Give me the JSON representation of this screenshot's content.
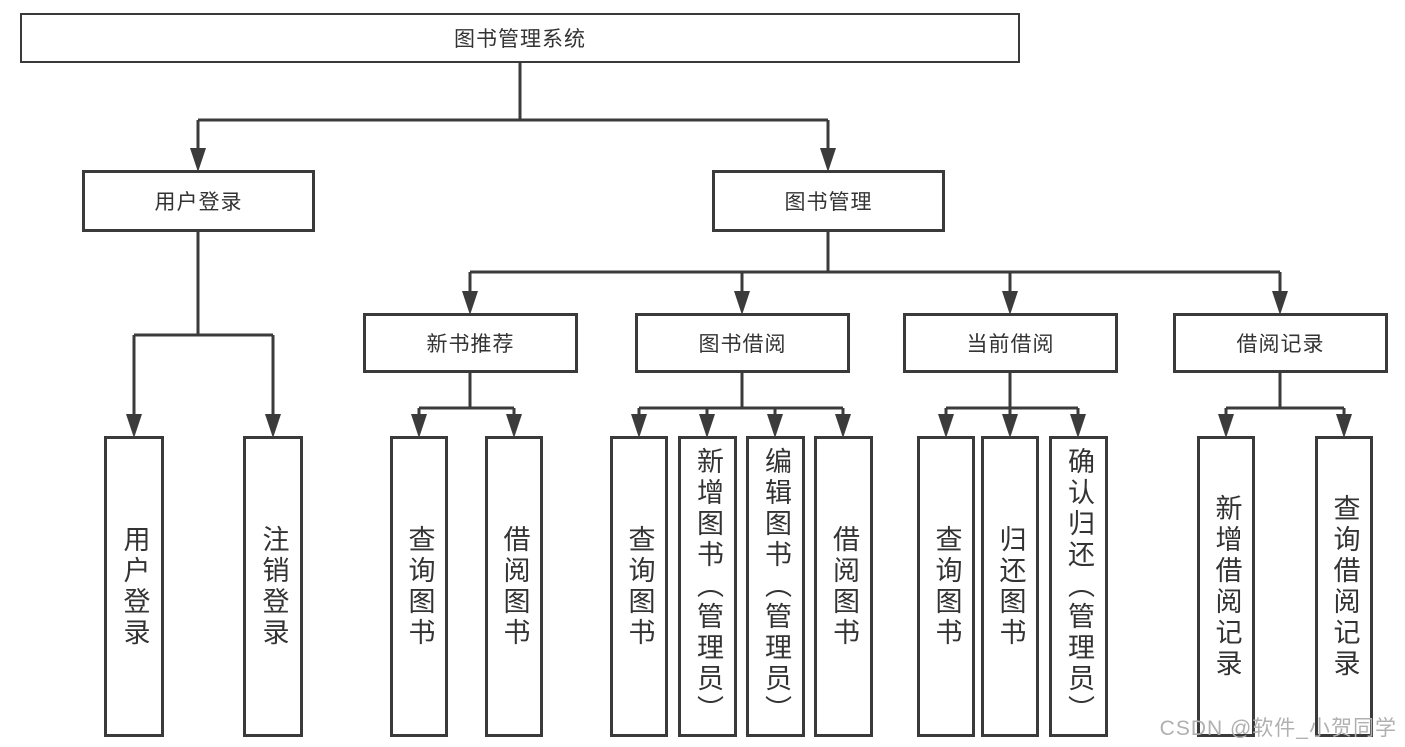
{
  "nodes": {
    "root": "图书管理系统",
    "user_login": "用户登录",
    "book_mgmt": "图书管理",
    "new_books": "新书推荐",
    "book_borrow": "图书借阅",
    "current_borrow": "当前借阅",
    "borrow_records": "借阅记录",
    "user_login_children": [
      "用户登录",
      "注销登录"
    ],
    "new_books_children": [
      "查询图书",
      "借阅图书"
    ],
    "book_borrow_children": [
      "查询图书",
      "新增图书（管理员）",
      "编辑图书（管理员）",
      "借阅图书"
    ],
    "current_borrow_children": [
      "查询图书",
      "归还图书",
      "确认归还（管理员）"
    ],
    "borrow_records_children": [
      "新增借阅记录",
      "查询借阅记录"
    ]
  },
  "watermark": "CSDN @软件_小贺同学",
  "colors": {
    "line": "#3b3b3b",
    "text": "#333333",
    "watermark": "#b0b0b0",
    "background": "#ffffff"
  }
}
